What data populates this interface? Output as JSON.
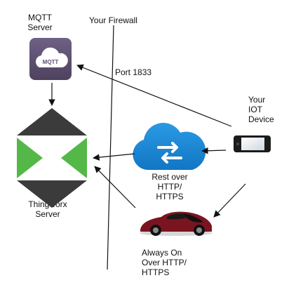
{
  "mqtt_server": {
    "line1": "MQTT",
    "line2": "Server",
    "icon_text": "MQTT"
  },
  "firewall": {
    "label": "Your Firewall"
  },
  "port": {
    "label": "Port 1833"
  },
  "iot_device": {
    "line1": "Your",
    "line2": "IOT",
    "line3": "Device"
  },
  "rest": {
    "line1": "Rest over",
    "line2": "HTTP/",
    "line3": "HTTPS"
  },
  "thingworx": {
    "line1": "Thingworx",
    "line2": "Server"
  },
  "car": {
    "line1": "Always On",
    "line2": "Over HTTP/",
    "line3": "HTTPS"
  },
  "colors": {
    "mqtt_tile": "#5d4f73",
    "cloud_blue": "#1d8ad6",
    "thingworx_green": "#54b848",
    "thingworx_dark": "#3b3b3b",
    "car_red": "#7a1520"
  }
}
